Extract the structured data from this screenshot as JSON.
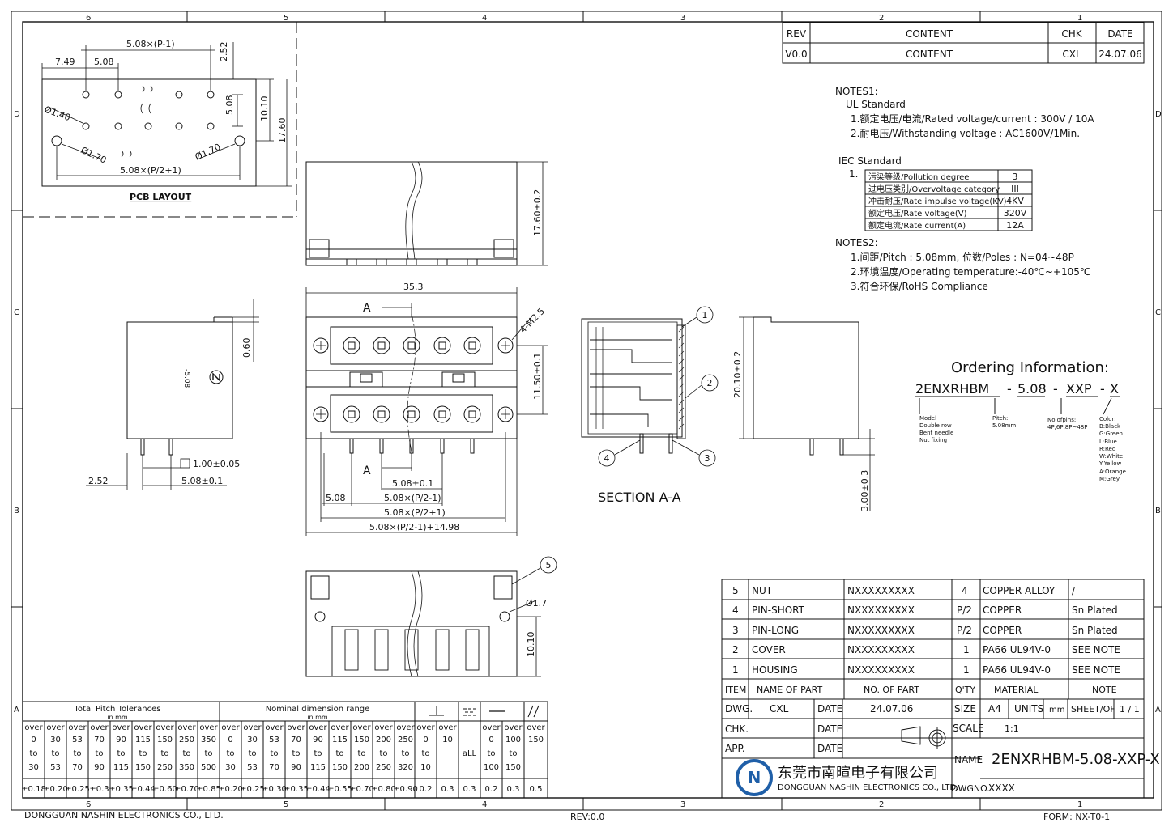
{
  "zones_top": [
    "6",
    "5",
    "4",
    "3",
    "2",
    "1"
  ],
  "zones_side": [
    "D",
    "C",
    "B",
    "A"
  ],
  "revision": {
    "headers": [
      "REV",
      "CONTENT",
      "CHK",
      "DATE"
    ],
    "row": [
      "V0.0",
      "CONTENT",
      "CXL",
      "24.07.06"
    ]
  },
  "notes1": {
    "title": "NOTES1:",
    "ul_title": "UL Standard",
    "ul_items": [
      "1.额定电压/电流/Rated voltage/current : 300V / 10A",
      "2.耐电压/Withstanding voltage : AC1600V/1Min."
    ],
    "iec_title": "IEC Standard",
    "iec_num": "1.",
    "iec_table": [
      [
        "污染等级/Pollution degree",
        "3"
      ],
      [
        "过电压类别/Overvoltage category",
        "III"
      ],
      [
        "冲击耐压/Rate impulse voltage(KV)",
        "4KV"
      ],
      [
        "额定电压/Rate voltage(V)",
        "320V"
      ],
      [
        "额定电流/Rate current(A)",
        "12A"
      ]
    ]
  },
  "notes2": {
    "title": "NOTES2:",
    "items": [
      "1.间距/Pitch : 5.08mm, 位数/Poles : N=04~48P",
      "2.环境温度/Operating temperature:-40℃~+105℃",
      "3.符合环保/RoHS Compliance"
    ]
  },
  "ordering": {
    "title": "Ordering Information:",
    "parts": [
      "2ENXRHBM",
      "-",
      "5.08",
      "-",
      "XXP",
      "-",
      "X"
    ],
    "model_lines": [
      "Model",
      "Double row",
      "Bent needle",
      "Nut fixing"
    ],
    "pitch_lines": [
      "Pitch:",
      "5.08mm"
    ],
    "pins_lines": [
      "No.ofpins:",
      "4P,6P,8P~48P"
    ],
    "color_lines": [
      "Color:",
      "B:Black",
      "G:Green",
      "L:Blue",
      "R:Red",
      "W:White",
      "Y:Yellow",
      "A:Orange",
      "M:Grey"
    ]
  },
  "pcb": {
    "title": "PCB LAYOUT",
    "dims": [
      "5.08×(P-1)",
      "2.52",
      "7.49",
      "5.08",
      "Ø1.40",
      "5.08",
      "10.10",
      "17.60",
      "Ø1.70",
      "Ø1.70",
      "5.08×(P/2+1)"
    ]
  },
  "views": {
    "side_dims": [
      "0.60",
      "2.52",
      "1.00±0.05",
      "5.08±0.1"
    ],
    "side_mark": "-5.08",
    "top_dim": "17.60±0.2",
    "front_dims": [
      "35.3",
      "4-M2.5",
      "11.50±0.1",
      "5.08±0.1",
      "5.08",
      "5.08×(P/2-1)",
      "5.08×(P/2+1)",
      "5.08×(P/2-1)+14.98"
    ],
    "section_letter": "A",
    "section_title": "SECTION A-A",
    "right_dims": [
      "20.10±0.2",
      "3.00±0.3"
    ],
    "bottom_dims": [
      "Ø1.7",
      "10.10"
    ],
    "balloons": [
      "1",
      "2",
      "3",
      "4",
      "5"
    ]
  },
  "bom": {
    "rows": [
      [
        "5",
        "NUT",
        "NXXXXXXXXX",
        "4",
        "COPPER ALLOY",
        "/"
      ],
      [
        "4",
        "PIN-SHORT",
        "NXXXXXXXXX",
        "P/2",
        "COPPER",
        "Sn Plated"
      ],
      [
        "3",
        "PIN-LONG",
        "NXXXXXXXXX",
        "P/2",
        "COPPER",
        "Sn Plated"
      ],
      [
        "2",
        "COVER",
        "NXXXXXXXXX",
        "1",
        "PA66 UL94V-0",
        "SEE NOTE"
      ],
      [
        "1",
        "HOUSING",
        "NXXXXXXXXX",
        "1",
        "PA66 UL94V-0",
        "SEE NOTE"
      ]
    ],
    "headers": [
      "ITEM",
      "NAME OF PART",
      "NO. OF PART",
      "Q'TY",
      "MATERIAL",
      "NOTE"
    ]
  },
  "titleblock": {
    "dwg_label": "DWG.",
    "dwg_val": "CXL",
    "date_label": "DATE",
    "date_val": "24.07.06",
    "chk_label": "CHK.",
    "app_label": "APP.",
    "size_label": "SIZE",
    "size_val": "A4",
    "units_label": "UNITS",
    "units_val": "mm",
    "sheet_label": "SHEET/OF",
    "sheet_val": "1 / 1",
    "scale_label": "SCALE",
    "scale_val": "1:1",
    "company_cn": "东莞市南暄电子有限公司",
    "company_en": "DONGGUAN NASHIN ELECTRONICS CO., LTD.",
    "name_label": "NAME",
    "name_val": "2ENXRHBM-5.08-XXP-X",
    "dwgno_label": "DWGNO.",
    "dwgno_val": "XXXX",
    "logo_letter": "N"
  },
  "tolerance": {
    "pitch_title": [
      "Total Pitch Tolerances",
      "in mm"
    ],
    "nominal_title": [
      "Nominal dimension range",
      "in mm"
    ],
    "pitch_cols": [
      [
        "over",
        "0",
        "to",
        "30",
        "±0.18"
      ],
      [
        "over",
        "30",
        "to",
        "53",
        "±0.20"
      ],
      [
        "over",
        "53",
        "to",
        "70",
        "±0.25"
      ],
      [
        "over",
        "70",
        "to",
        "90",
        "±0.3"
      ],
      [
        "over",
        "90",
        "to",
        "115",
        "±0.35"
      ],
      [
        "over",
        "115",
        "to",
        "150",
        "±0.44"
      ],
      [
        "over",
        "150",
        "to",
        "250",
        "±0.60"
      ],
      [
        "over",
        "250",
        "to",
        "350",
        "±0.70"
      ],
      [
        "over",
        "350",
        "to",
        "500",
        "±0.85"
      ]
    ],
    "nominal_cols": [
      [
        "over",
        "0",
        "to",
        "30",
        "±0.20"
      ],
      [
        "over",
        "30",
        "to",
        "53",
        "±0.25"
      ],
      [
        "over",
        "53",
        "to",
        "70",
        "±0.30"
      ],
      [
        "over",
        "70",
        "to",
        "90",
        "±0.35"
      ],
      [
        "over",
        "90",
        "to",
        "115",
        "±0.44"
      ],
      [
        "over",
        "115",
        "to",
        "150",
        "±0.55"
      ],
      [
        "over",
        "150",
        "to",
        "200",
        "±0.70"
      ],
      [
        "over",
        "200",
        "to",
        "250",
        "±0.80"
      ],
      [
        "over",
        "250",
        "to",
        "320",
        "±0.90"
      ]
    ],
    "perp_cols": [
      [
        "over",
        "0",
        "to",
        "10",
        "0.2"
      ],
      [
        "over",
        "10",
        "",
        "",
        "0.3"
      ]
    ],
    "sym_cols": [
      [
        "aLL",
        "0.3"
      ]
    ],
    "flat_cols": [
      [
        "over",
        "0",
        "to",
        "100",
        "0.2"
      ],
      [
        "over",
        "100",
        "to",
        "150",
        "0.3"
      ]
    ],
    "par_cols": [
      [
        "over",
        "150",
        "",
        "",
        "0.5"
      ]
    ]
  },
  "footer": {
    "company": "DONGGUAN NASHIN ELECTRONICS CO., LTD.",
    "rev": "REV:0.0",
    "form": "FORM: NX-T0-1"
  }
}
